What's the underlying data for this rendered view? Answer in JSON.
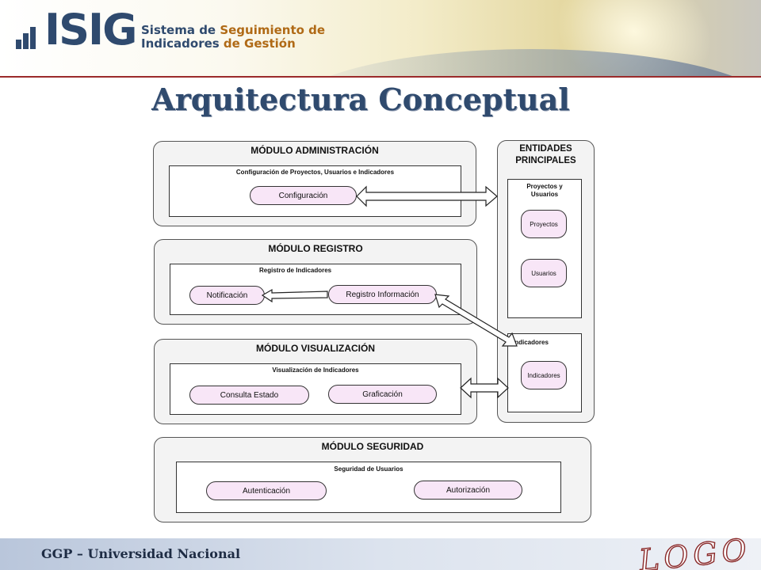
{
  "header": {
    "logo_text": "ISIG",
    "subtitle_line1_a": "Sistema de ",
    "subtitle_line1_b": "Seguimiento de",
    "subtitle_line2_a": "Indicadores ",
    "subtitle_line2_b": "de Gestión"
  },
  "title": "Arquitectura Conceptual",
  "modules": {
    "administracion": {
      "title": "MÓDULO ADMINISTRACIÓN",
      "inner_title": "Configuración de Proyectos, Usuarios e Indicadores",
      "items": [
        "Configuración"
      ]
    },
    "registro": {
      "title": "MÓDULO REGISTRO",
      "inner_title": "Registro de Indicadores",
      "items": [
        "Notificación",
        "Registro Información"
      ]
    },
    "visualizacion": {
      "title": "MÓDULO VISUALIZACIÓN",
      "inner_title": "Visualización de Indicadores",
      "items": [
        "Consulta Estado",
        "Graficación"
      ]
    },
    "seguridad": {
      "title": "MÓDULO SEGURIDAD",
      "inner_title": "Seguridad de Usuarios",
      "items": [
        "Autenticación",
        "Autorización"
      ]
    }
  },
  "entidades": {
    "title_line1": "ENTIDADES",
    "title_line2": "PRINCIPALES",
    "group1": {
      "label_line1": "Proyectos y",
      "label_line2": "Usuarios",
      "items": [
        "Proyectos",
        "Usuarios"
      ]
    },
    "group2": {
      "label": "Indicadores",
      "items": [
        "Indicadores"
      ]
    }
  },
  "footer": {
    "text": "GGP – Universidad Nacional",
    "logo": "LOGO"
  },
  "colors": {
    "title": "#2f4a6e",
    "pill_fill": "#f8e6f7",
    "module_fill": "#f3f3f3",
    "header_line": "#9b2a2a"
  }
}
